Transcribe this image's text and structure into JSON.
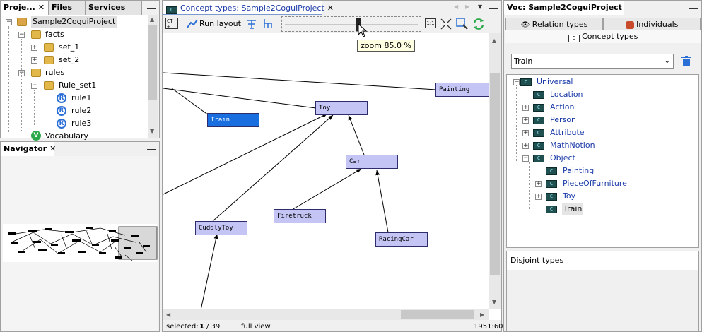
{
  "projects_panel": {
    "tabs": [
      "Proje...",
      "Files",
      "Services"
    ],
    "tree": [
      {
        "label": "Sample2CoguiProject",
        "level": 0
      },
      {
        "label": "facts",
        "level": 1
      },
      {
        "label": "set_1",
        "level": 2
      },
      {
        "label": "set_2",
        "level": 2
      },
      {
        "label": "rules",
        "level": 1
      },
      {
        "label": "Rule_set1",
        "level": 2
      },
      {
        "label": "rule1",
        "level": 3
      },
      {
        "label": "rule2",
        "level": 3
      },
      {
        "label": "rule3",
        "level": 3
      },
      {
        "label": "Vocabulary",
        "level": 1
      }
    ]
  },
  "navigator": {
    "title": "Navigator"
  },
  "editor": {
    "tab_title": "Concept types: Sample2CoguiProject",
    "run_layout": "Run layout",
    "zoom_tooltip": "zoom 85.0 %",
    "zoom_percent": 85.0,
    "nodes": [
      "Painting",
      "Train",
      "Toy",
      "Car",
      "Firetruck",
      "CuddlyToy",
      "RacingCar"
    ],
    "status": {
      "selected_label": "selected:",
      "selected": "1",
      "total": "/ 39",
      "view": "full view",
      "position": "1951:60"
    }
  },
  "vocabulary": {
    "title": "Voc: Sample2CoguiProject",
    "tabs": [
      "Relation types",
      "Individuals",
      "Concept types"
    ],
    "combo_value": "Train",
    "tree": [
      {
        "label": "Universal",
        "level": 0
      },
      {
        "label": "Location",
        "level": 1
      },
      {
        "label": "Action",
        "level": 1
      },
      {
        "label": "Person",
        "level": 1
      },
      {
        "label": "Attribute",
        "level": 1
      },
      {
        "label": "MathNotion",
        "level": 1
      },
      {
        "label": "Object",
        "level": 1
      },
      {
        "label": "Painting",
        "level": 2
      },
      {
        "label": "PieceOfFurniture",
        "level": 2
      },
      {
        "label": "Toy",
        "level": 2
      },
      {
        "label": "Train",
        "level": 2
      }
    ],
    "disjoint_label": "Disjoint types"
  }
}
